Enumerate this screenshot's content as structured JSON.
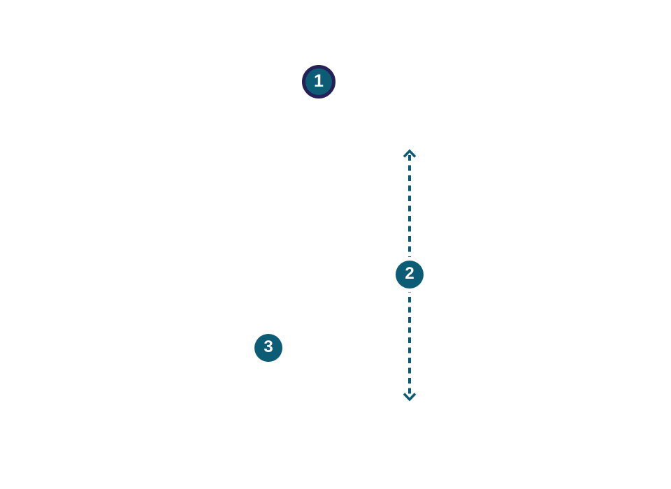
{
  "page": {
    "background": "#ffffff"
  },
  "colors": {
    "teal": "#0d5c75",
    "navy_ring": "#252058",
    "label_text": "#ffffff",
    "background": "#ffffff"
  },
  "badges": [
    {
      "label": "1",
      "has_ring": true
    },
    {
      "label": "2",
      "has_ring": false
    },
    {
      "label": "3",
      "has_ring": false
    }
  ],
  "arrow": {
    "type": "vertical-double-headed-dashed",
    "color": "#0d5c75",
    "heads": [
      "up-chevron",
      "down-chevron"
    ]
  }
}
